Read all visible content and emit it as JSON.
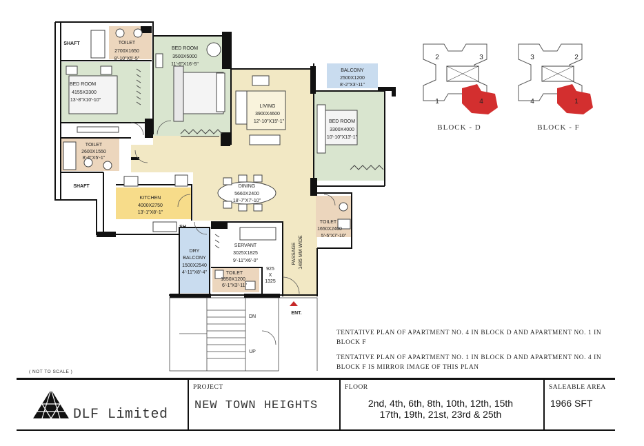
{
  "rooms": {
    "shaft_top": "SHAFT",
    "toilet_top": {
      "name": "TOILET",
      "metric": "2700X1650",
      "imperial": "8'-10\"X5'-5\""
    },
    "bedroom_top": {
      "name": "BED ROOM",
      "metric": "3500X5000",
      "imperial": "11'-6\"X16'-5\""
    },
    "bedroom_left": {
      "name": "BED ROOM",
      "metric": "4155X3300",
      "imperial": "13'-8\"X10'-10\""
    },
    "living": {
      "name": "LIVING",
      "metric": "3900X4600",
      "imperial": "12'-10\"X15'-1\""
    },
    "balcony": {
      "name": "BALCONY",
      "metric": "2500X1200",
      "imperial": "8'-2\"X3'-11\""
    },
    "bedroom_right": {
      "name": "BED ROOM",
      "metric": "3300X4000",
      "imperial": "10'-10\"X13'-1\""
    },
    "toilet_left": {
      "name": "TOILET",
      "metric": "2600X1550",
      "imperial": "8'-6\"X5'-1\""
    },
    "shaft_mid": "SHAFT",
    "dining": {
      "name": "DINING",
      "metric": "5660X2400",
      "imperial": "18'-7\"X7'-10\""
    },
    "kitchen": {
      "name": "KITCHEN",
      "metric": "4000X2750",
      "imperial": "13'-1\"X8'-1\""
    },
    "sh": "SH.",
    "toilet_right": {
      "name": "TOILET",
      "metric": "1650X2400",
      "imperial": "5'-5\"X7'-10\""
    },
    "dry_balcony": {
      "name1": "DRY",
      "name2": "BALCONY",
      "metric": "1500X2540",
      "imperial": "4'-11\"X8'-4\""
    },
    "servant": {
      "name": "SERVANT",
      "metric": "3025X1825",
      "imperial": "9'-11\"X6'-0\""
    },
    "toilet_servant": {
      "name": "TOILET",
      "metric": "1850X1200",
      "imperial": "6'-1\"X3'-11\""
    },
    "passage": {
      "name": "PASSAGE",
      "width": "1485 MM WIDE"
    },
    "door_size": {
      "w": "925",
      "x": "X",
      "h": "1325"
    },
    "entrance": "ENT.",
    "stair_dn": "DN",
    "stair_up": "UP"
  },
  "key_plans": [
    {
      "label": "BLOCK - D",
      "numbers": [
        "2",
        "3",
        "1",
        "4"
      ],
      "highlight": "4"
    },
    {
      "label": "BLOCK - F",
      "numbers": [
        "3",
        "2",
        "4",
        "1"
      ],
      "highlight": "1"
    }
  ],
  "notes": {
    "note1": "TENTATIVE PLAN OF APARTMENT NO. 4 IN BLOCK D AND APARTMENT NO. 1 IN BLOCK F",
    "note2": "TENTATIVE PLAN OF APARTMENT NO. 1 IN BLOCK D AND APARTMENT NO. 4 IN BLOCK F IS MIRROR IMAGE OF THIS PLAN",
    "scale": "( NOT TO SCALE )"
  },
  "title_block": {
    "company": "DLF Limited",
    "project_label": "PROJECT",
    "project_name": "NEW TOWN HEIGHTS",
    "floor_label": "FLOOR",
    "floors_line1": "2nd, 4th, 6th, 8th, 10th, 12th, 15th",
    "floors_line2": "17th, 19th, 21st, 23rd & 25th",
    "area_label": "SALEABLE AREA",
    "area_value": "1966 SFT"
  },
  "colors": {
    "bedroom": "#d9e5cf",
    "living": "#f2e8c4",
    "toilet": "#ecd6bd",
    "kitchen": "#f7dc8a",
    "balcony": "#c9dcef",
    "highlight": "#d32f2f",
    "wall": "#111111"
  }
}
